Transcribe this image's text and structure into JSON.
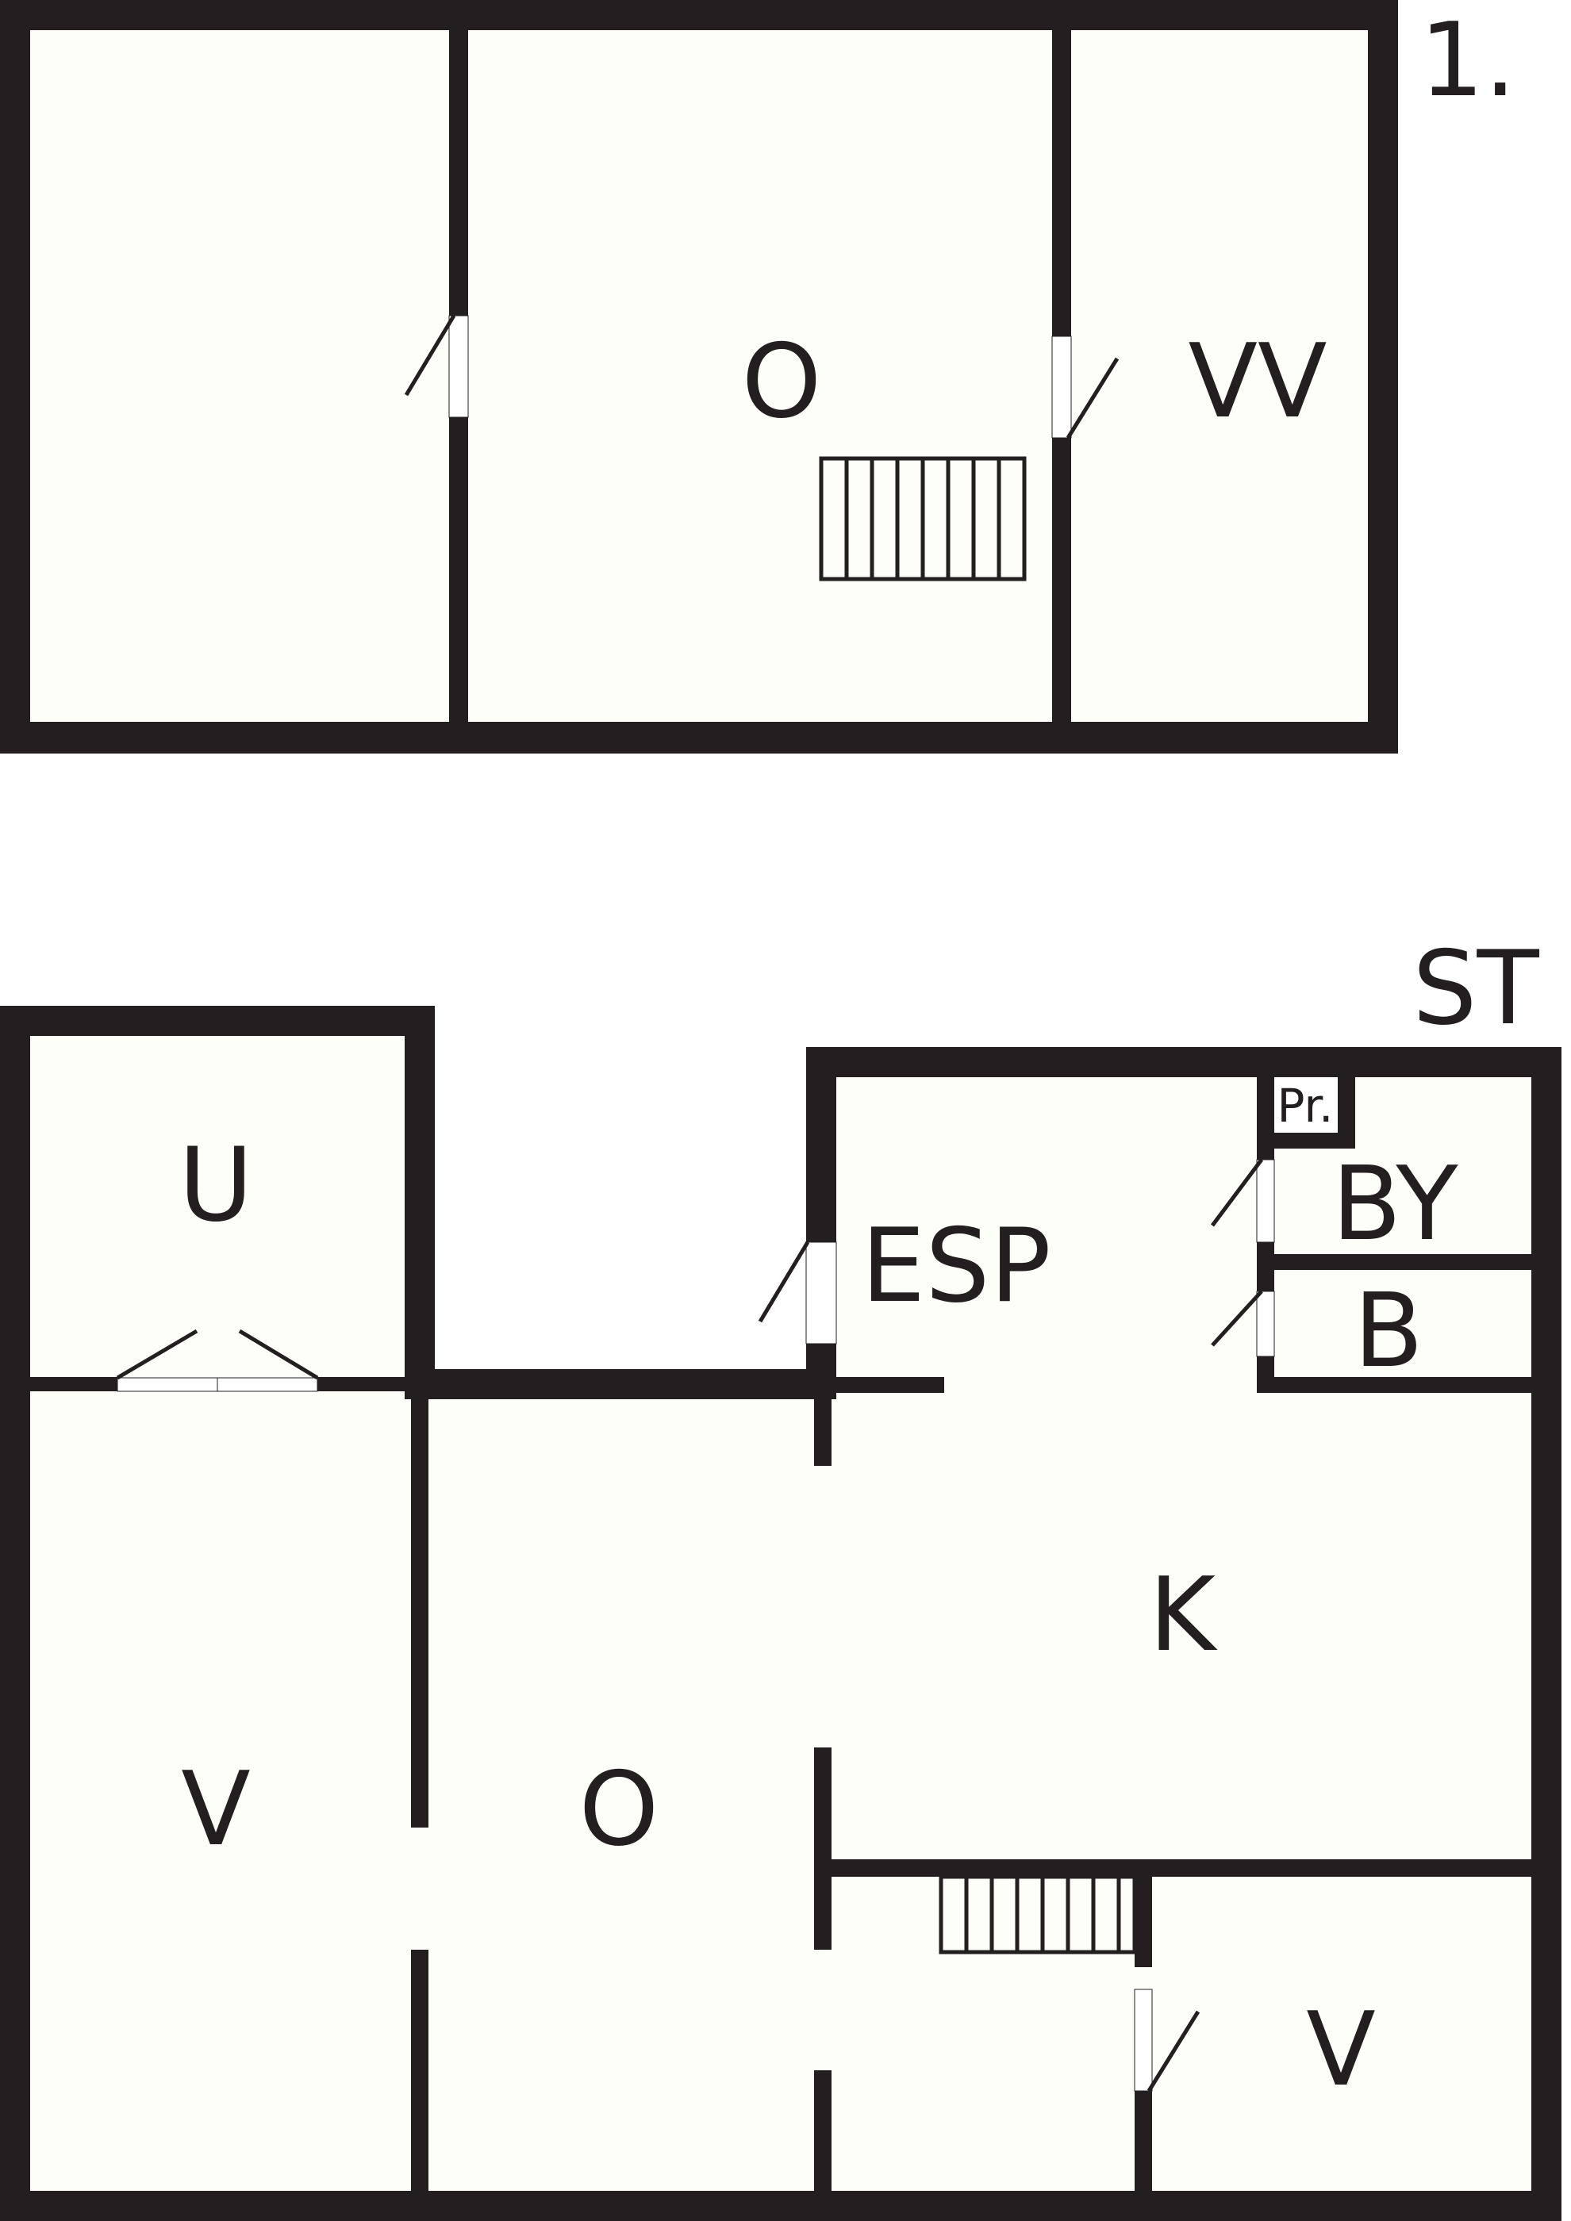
{
  "floor_label": "1.",
  "level_label": "ST",
  "upper_floor": {
    "rooms": {
      "center": "O",
      "right": "VV"
    }
  },
  "ground_floor": {
    "rooms": {
      "top_left": "U",
      "entrance": "ESP",
      "pantry": "Pr.",
      "right_upper": "BY",
      "right_lower": "B",
      "kitchen": "K",
      "left_large": "V",
      "center": "O",
      "bottom_right": "V"
    }
  },
  "colors": {
    "wall": "#231f20",
    "floor": "#fdfef9",
    "background": "#ffffff"
  }
}
